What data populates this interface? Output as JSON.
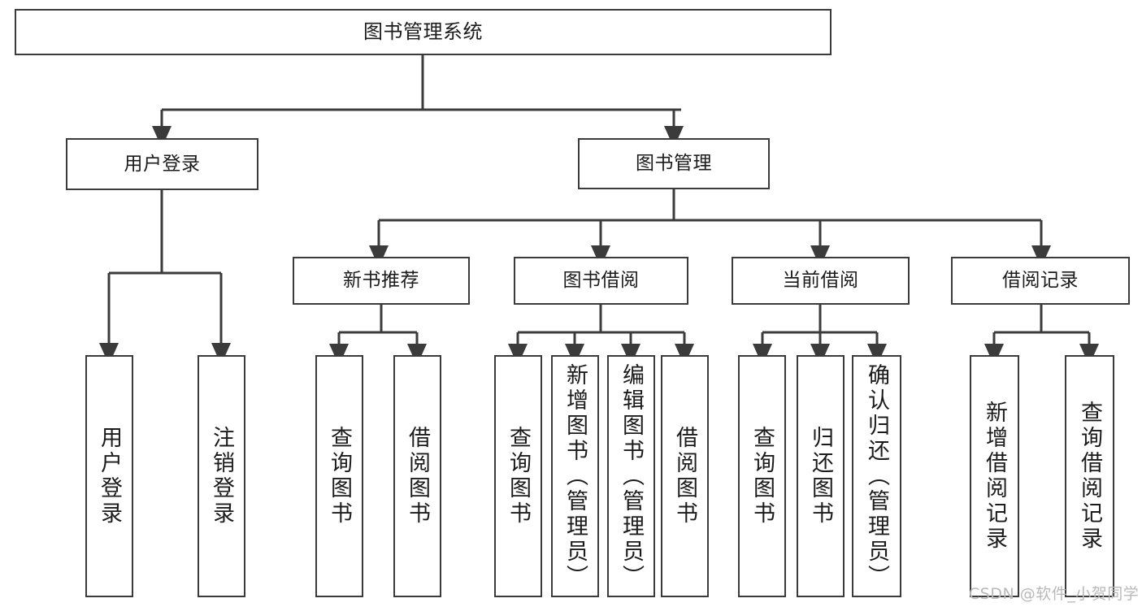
{
  "diagram": {
    "title": "图书管理系统",
    "watermark": "CSDN @软件_小贺同学",
    "colors": {
      "stroke": "#3b3b3b",
      "fill": "#ffffff",
      "text": "#1b1b1b",
      "watermark": "#b9b9b9"
    },
    "root": {
      "label": "图书管理系统"
    },
    "level1": [
      {
        "label": "用户登录"
      },
      {
        "label": "图书管理"
      }
    ],
    "level2": [
      {
        "label": "新书推荐"
      },
      {
        "label": "图书借阅"
      },
      {
        "label": "当前借阅"
      },
      {
        "label": "借阅记录"
      }
    ],
    "leaves": {
      "user_login": [
        {
          "label": "用户登录"
        },
        {
          "label": "注销登录"
        }
      ],
      "new_book": [
        {
          "label": "查询图书"
        },
        {
          "label": "借阅图书"
        }
      ],
      "book_borrow": [
        {
          "label": "查询图书"
        },
        {
          "label": "新增图书（管理员）"
        },
        {
          "label": "编辑图书（管理员）"
        },
        {
          "label": "借阅图书"
        }
      ],
      "current_borrow": [
        {
          "label": "查询图书"
        },
        {
          "label": "归还图书"
        },
        {
          "label": "确认归还（管理员）"
        }
      ],
      "borrow_record": [
        {
          "label": "新增借阅记录"
        },
        {
          "label": "查询借阅记录"
        }
      ]
    }
  }
}
